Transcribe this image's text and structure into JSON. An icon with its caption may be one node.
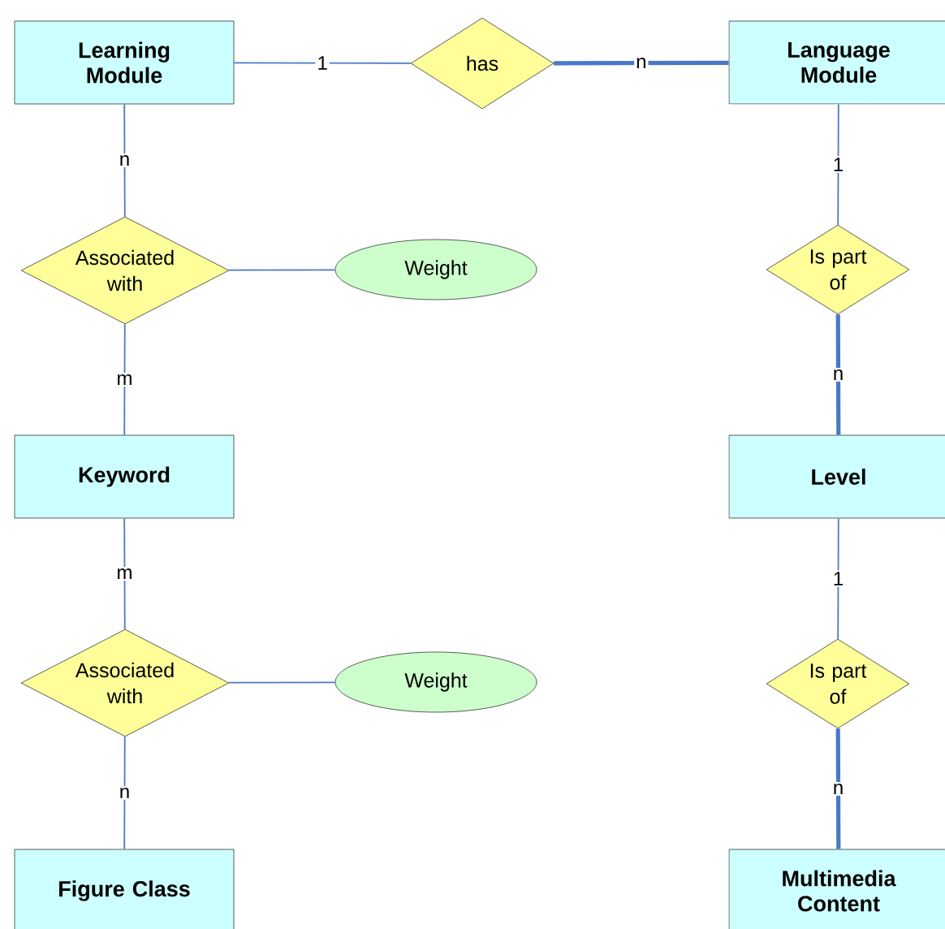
{
  "diagram": {
    "nodes": [
      {
        "text": [
          "Learning Module"
        ]
      },
      {
        "text": [
          "has"
        ]
      },
      {
        "text": [
          "Language Module"
        ]
      },
      {
        "text": [
          "Associated with"
        ]
      },
      {
        "text": [
          "Weight"
        ]
      },
      {
        "text": [
          "Is part of"
        ]
      },
      {
        "text": [
          "Keyword"
        ]
      },
      {
        "text": [
          "Level"
        ]
      },
      {
        "text": [
          "Associated with"
        ]
      },
      {
        "text": [
          "Weight"
        ]
      },
      {
        "text": [
          "Is part of"
        ]
      },
      {
        "text": [
          "Figure Class"
        ]
      },
      {
        "text": [
          "Multimedia Content"
        ]
      }
    ],
    "edges": [
      {
        "from": 0,
        "to": 1,
        "arrow": "none",
        "label": "1"
      },
      {
        "from": 1,
        "to": 2,
        "arrow": "none",
        "label": "n",
        "style": "thick"
      },
      {
        "from": 0,
        "to": 3,
        "arrow": "none",
        "label": "n"
      },
      {
        "from": 3,
        "to": 4,
        "arrow": "none"
      },
      {
        "from": 2,
        "to": 5,
        "arrow": "none",
        "label": "1"
      },
      {
        "from": 3,
        "to": 6,
        "arrow": "none",
        "label": "m"
      },
      {
        "from": 5,
        "to": 7,
        "arrow": "none",
        "label": "n",
        "style": "thick"
      },
      {
        "from": 6,
        "to": 8,
        "arrow": "none",
        "label": "m"
      },
      {
        "from": 8,
        "to": 9,
        "arrow": "none"
      },
      {
        "from": 7,
        "to": 10,
        "arrow": "none",
        "label": "1"
      },
      {
        "from": 8,
        "to": 11,
        "arrow": "none",
        "label": "n"
      },
      {
        "from": 10,
        "to": 12,
        "arrow": "none",
        "label": "n",
        "style": "thick"
      }
    ]
  }
}
